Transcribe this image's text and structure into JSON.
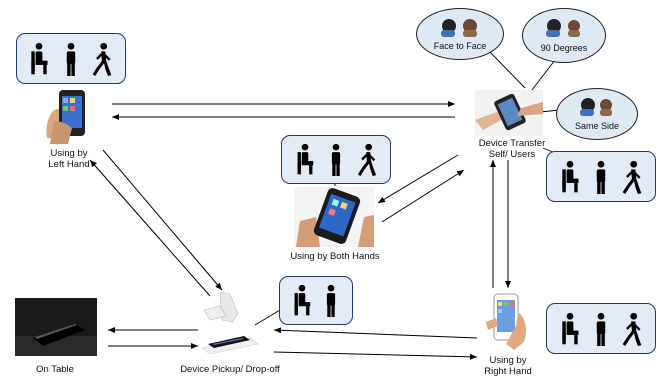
{
  "nodes": {
    "left_hand": "Using by\nLeft Hand",
    "device_transfer": "Device Transfer\nSelf/ Users",
    "both_hands": "Using by Both Hands",
    "on_table": "On Table",
    "pickup": "Device Pickup/ Drop-off",
    "right_hand": "Using by\nRight Hand"
  },
  "orientations": {
    "face_to_face": "Face to Face",
    "ninety": "90 Degrees",
    "same_side": "Same Side"
  },
  "posture_icons": [
    "sitting-icon",
    "standing-icon",
    "walking-icon"
  ],
  "colors": {
    "box_border": "#1f3b73",
    "box_fill": "#e3ecf6",
    "ellipse_fill": "#dfe9f5"
  }
}
